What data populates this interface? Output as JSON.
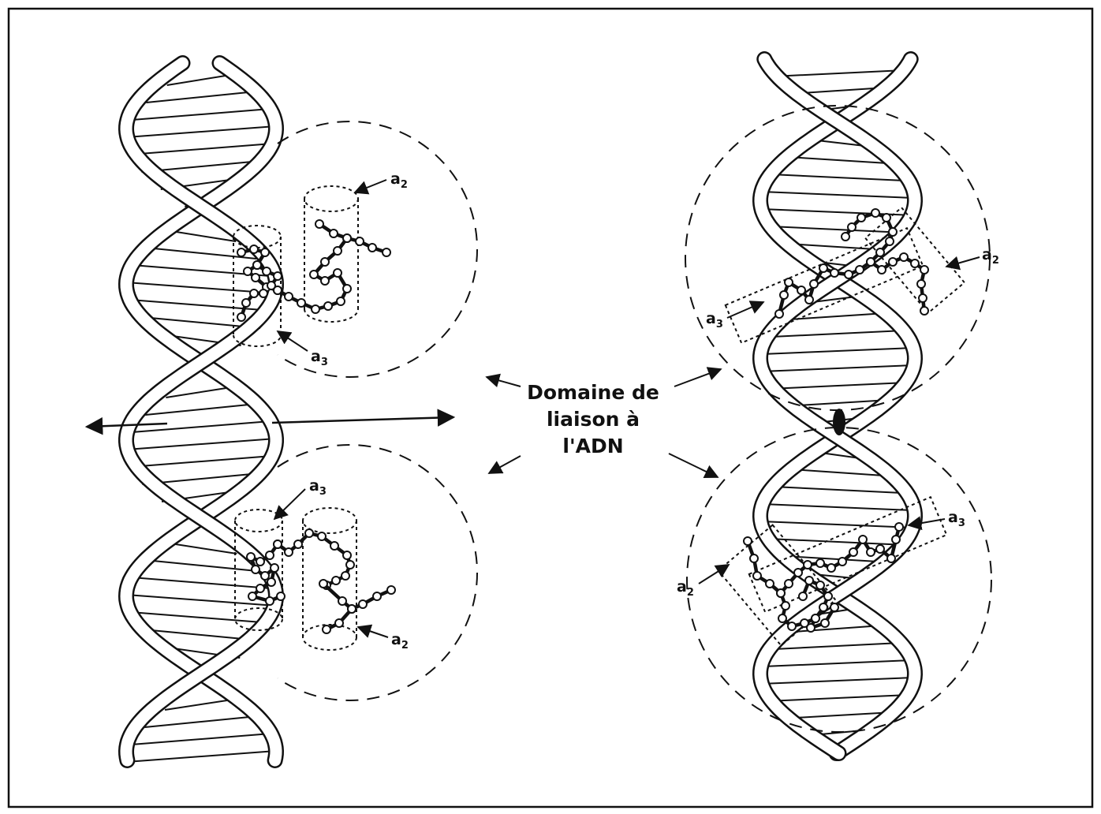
{
  "figure": {
    "domain_label": {
      "line1": "Domaine de",
      "line2": "liaison à",
      "line3": "l'ADN"
    },
    "helix_labels": {
      "alpha": "a",
      "sub2": "2",
      "sub3": "3"
    },
    "colors": {
      "ink": "#111111",
      "paper": "#ffffff"
    }
  }
}
